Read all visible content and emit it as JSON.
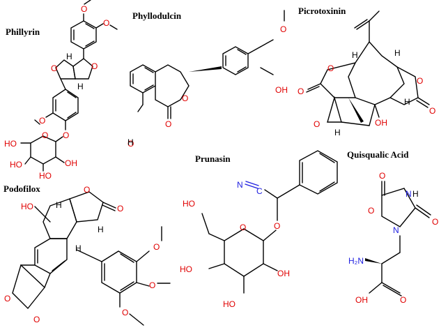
{
  "molecules": {
    "phillyrin": {
      "name": "Phillyrin"
    },
    "phyllodulcin": {
      "name": "Phyllodulcin"
    },
    "picrotoxinin": {
      "name": "Picrotoxinin"
    },
    "podofilox": {
      "name": "Podofilox"
    },
    "prunasin": {
      "name": "Prunasin"
    },
    "quisqualic_acid": {
      "name": "Quisqualic Acid"
    }
  },
  "atom_labels": {
    "O": "O",
    "OH": "OH",
    "HO": "HO",
    "H": "H",
    "N": "N",
    "H2N": "H₂N",
    "NH": "NH"
  },
  "colors": {
    "oxygen": "#e00000",
    "nitrogen": "#2020e0",
    "carbon": "#000000",
    "background": "#ffffff"
  }
}
